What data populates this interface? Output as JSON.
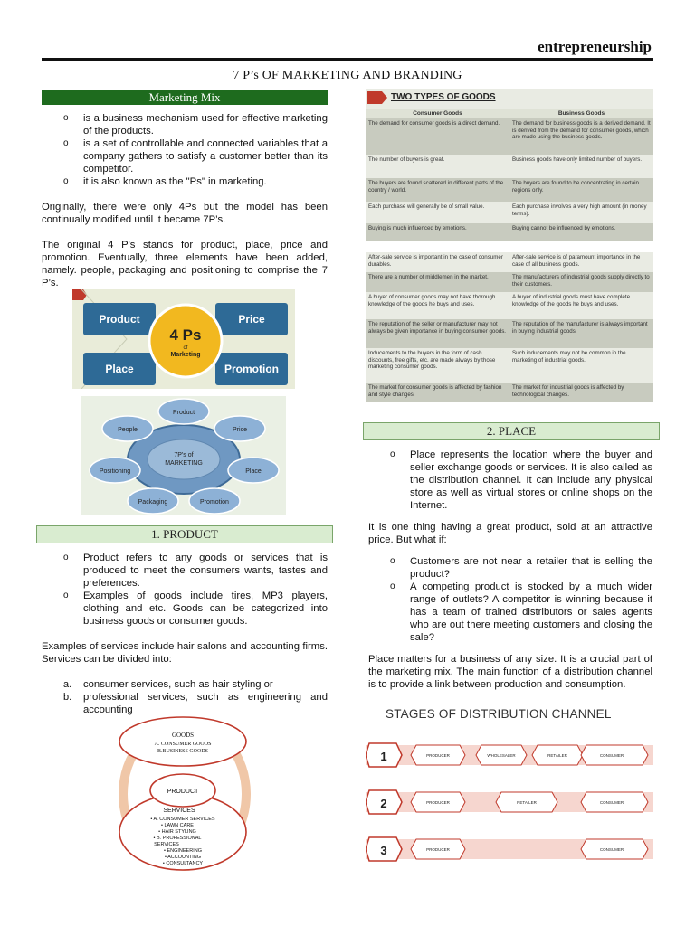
{
  "header": {
    "title": "entrepreneurship"
  },
  "page_title": "7 P’s OF MARKETING AND BRANDING",
  "marketing_mix": {
    "heading": "Marketing Mix",
    "bullets": [
      "is a business mechanism used for effective marketing of the products.",
      "is a set of controllable and connected variables that a company gathers to satisfy a customer better than its competitor.",
      "it is also known as the \"Ps\" in marketing."
    ],
    "para1": "Originally, there were only 4Ps but the model has been continually modified until it became 7P’s.",
    "para2": "The original 4 P's stands for product, place, price and promotion. Eventually, three elements have been added, namely. people, packaging and positioning to comprise the 7 P’s."
  },
  "four_ps": {
    "center_big": "4 Ps",
    "center_of": "of",
    "center_small": "Marketing",
    "boxes": [
      "Product",
      "Price",
      "Place",
      "Promotion"
    ]
  },
  "seven_ps": {
    "center": "7P's of MARKETING",
    "items": [
      "Product",
      "Price",
      "Place",
      "Promotion",
      "Packaging",
      "Positioning",
      "People"
    ]
  },
  "product": {
    "heading": "1. PRODUCT",
    "bullets": [
      "Product refers to any goods or services that is produced to meet the consumers wants, tastes and preferences.",
      "Examples of goods include tires, MP3 players, clothing and etc. Goods can be categorized into business goods or consumer goods."
    ],
    "para": "Examples of services include hair salons and accounting firms. Services can be divided into:",
    "list": [
      {
        "marker": "a.",
        "text": "consumer services, such as hair styling or"
      },
      {
        "marker": "b.",
        "text": "professional services, such as engineering and accounting"
      }
    ]
  },
  "product_diagram": {
    "goods_title": "GOODS",
    "goods_a": "A. CONSUMER GOODS",
    "goods_b": "B.BUSINESS GOODS",
    "center": "PRODUCT",
    "services_title": "SERVICES",
    "services_lines": [
      "• A. CONSUMER SERVICES",
      "• LAWN CARE",
      "• HAIR STYLING",
      "• B. PROFESSIONAL",
      "SERVICES",
      "• ENGINEERING",
      "• ACCOUNTING",
      "• CONSULTANCY"
    ]
  },
  "two_types": {
    "title": "TWO TYPES OF GOODS",
    "headers": [
      "Consumer Goods",
      "Business Goods"
    ],
    "rows1": [
      [
        "The demand for consumer goods is a direct demand.",
        "The demand for business goods is a derived demand. It is derived from the demand for consumer goods, which are made using the business goods."
      ],
      [
        "The number of buyers is great.",
        "Business goods have only limited number of buyers."
      ],
      [
        "The buyers are found scattered in different parts of the country / world.",
        "The buyers are found to be concentrating in certain regions only."
      ],
      [
        "Each purchase will generally be of small value.",
        "Each purchase involves a very high amount (in money terms)."
      ],
      [
        "Buying is much influenced by emotions.",
        "Buying cannot be influenced by emotions."
      ]
    ],
    "rows2": [
      [
        "After-sale service is important in the case of consumer durables.",
        "After-sale service is of paramount importance in the case of all business goods."
      ],
      [
        "There are a number of middlemen in the market.",
        "The manufacturers of industrial goods supply directly to their customers."
      ],
      [
        "A buyer of consumer goods may not have thorough knowledge of the goods he buys and uses.",
        "A buyer of industrial goods must have complete knowledge of the goods he buys and uses."
      ],
      [
        "The reputation of the seller or manufacturer may not always be given importance in buying consumer goods.",
        "The reputation of the manufacturer is always important in buying industrial goods."
      ],
      [
        "Inducements to the buyers in the form of cash discounts, free gifts, etc. are made always by those marketing consumer goods.",
        "Such inducements may not be common in the marketing of industrial goods."
      ],
      [
        "The market for consumer goods is affected by fashion and style changes.",
        "The market for industrial goods is affected by technological changes."
      ]
    ]
  },
  "place": {
    "heading": "2. PLACE",
    "bullets": [
      "Place represents the location where the buyer and seller exchange goods or services. It is also called as the distribution channel. It can include any physical store as well as virtual stores or online shops on the Internet."
    ],
    "para1": "It is one thing having a great product, sold at an attractive price. But what if:",
    "bullets2": [
      "Customers are not near a retailer that is selling the product?",
      "A competing product is stocked by a much wider range of outlets? A competitor is winning because it has a team of trained distributors or sales agents who are out there meeting customers and closing the sale?"
    ],
    "para2": "Place matters for a business of any size. It is a crucial part of the marketing mix. The main function of a distribution channel is to provide a link between production and consumption."
  },
  "distribution": {
    "title": "STAGES OF DISTRIBUTION CHANNEL",
    "rows": [
      {
        "num": "1",
        "steps": [
          "PRODUCER",
          "WHOLESALER",
          "RETAILER",
          "CONSUMER"
        ]
      },
      {
        "num": "2",
        "steps": [
          "PRODUCER",
          "RETAILER",
          "CONSUMER"
        ]
      },
      {
        "num": "3",
        "steps": [
          "PRODUCER",
          "CONSUMER"
        ]
      }
    ]
  },
  "colors": {
    "green_dark": "#1e6b1e",
    "green_light": "#d9ecd0",
    "table_dark": "#c8cbbf",
    "table_light": "#e9ebe3",
    "arrow_red": "#c0392b",
    "box_blue": "#2e6a96",
    "circle_yellow": "#f2b81f"
  }
}
